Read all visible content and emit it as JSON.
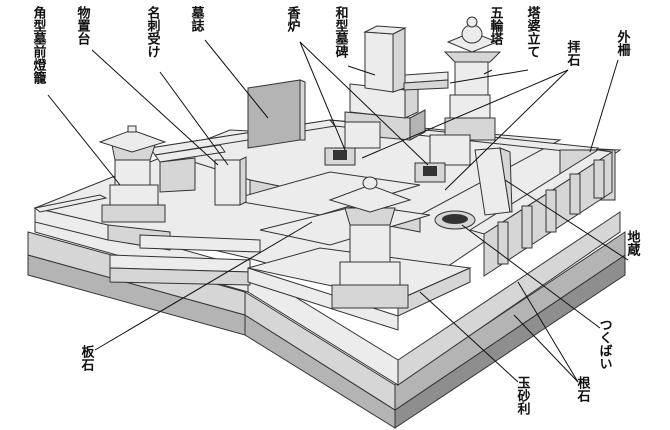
{
  "labels": {
    "kakugata_bozen_torou": "角型墓前燈籠",
    "motsuokidai": "物置台",
    "meishi_uke": "名刺受け",
    "boshi": "墓誌",
    "kouro": "香炉",
    "wagata_boseki": "和型墓碑",
    "gorintou": "五輪塔",
    "touba_tate": "塔婆立て",
    "haiseki": "拝石",
    "sotosaku": "外柵",
    "jizou": "地蔵",
    "tsukubai": "つくばい",
    "itaishi": "板石",
    "tamajari": "玉砂利",
    "neishi": "根石"
  }
}
